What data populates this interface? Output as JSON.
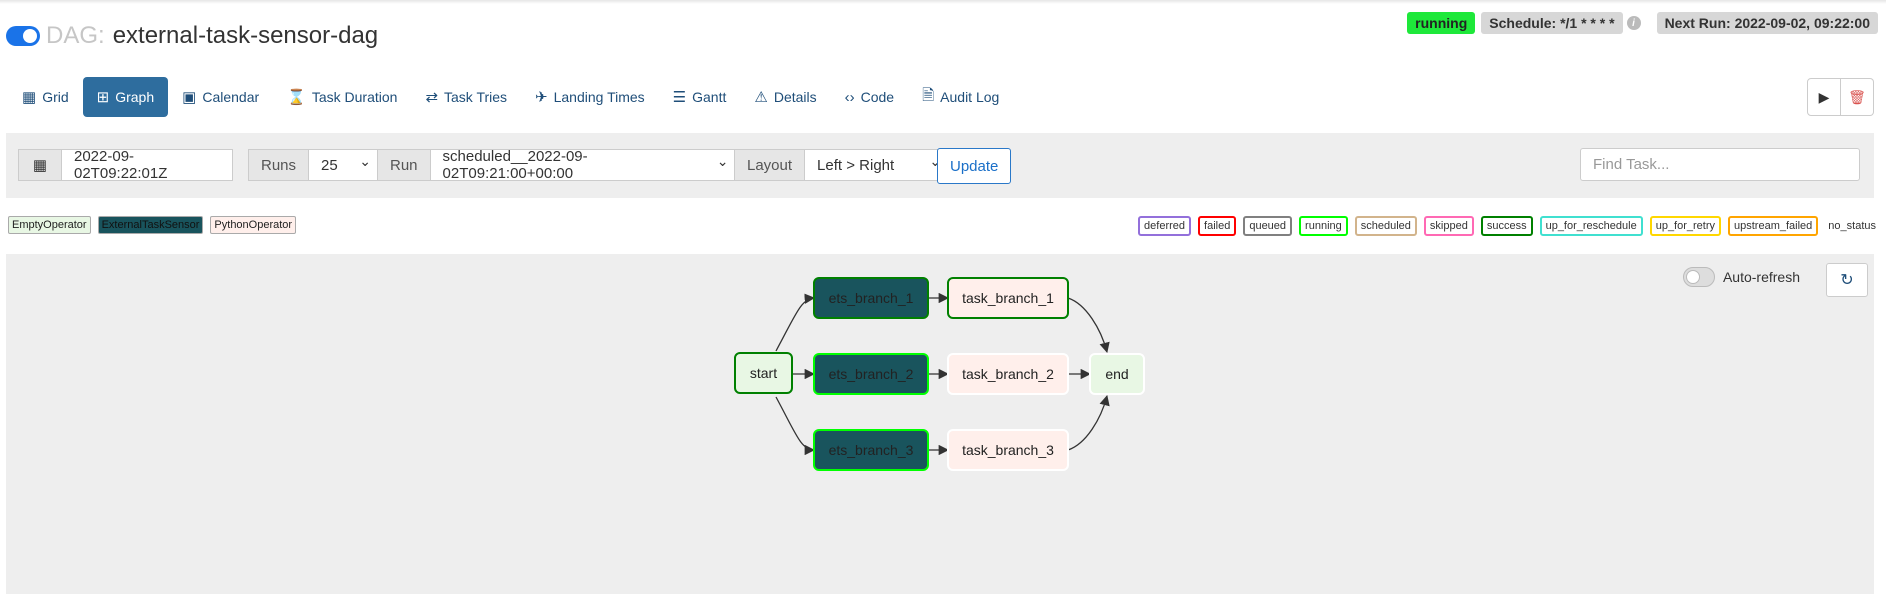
{
  "header": {
    "dag_label": "DAG:",
    "dag_name": "external-task-sensor-dag",
    "state_badge": "running",
    "schedule": "Schedule: */1 * * * *",
    "next_run": "Next Run: 2022-09-02, 09:22:00"
  },
  "tabs": [
    {
      "label": "Grid",
      "icon": "grid-icon"
    },
    {
      "label": "Graph",
      "icon": "graph-icon",
      "active": true
    },
    {
      "label": "Calendar",
      "icon": "calendar-icon"
    },
    {
      "label": "Task Duration",
      "icon": "hourglass-icon"
    },
    {
      "label": "Task Tries",
      "icon": "repeat-icon"
    },
    {
      "label": "Landing Times",
      "icon": "plane-landing-icon"
    },
    {
      "label": "Gantt",
      "icon": "gantt-icon"
    },
    {
      "label": "Details",
      "icon": "warning-triangle-icon"
    },
    {
      "label": "Code",
      "icon": "code-icon"
    },
    {
      "label": "Audit Log",
      "icon": "search-doc-icon"
    }
  ],
  "toolbar": {
    "base_date": "2022-09-02T09:22:01Z",
    "runs_label": "Runs",
    "runs_value": "25",
    "run_label": "Run",
    "run_value": "scheduled__2022-09-02T09:21:00+00:00",
    "layout_label": "Layout",
    "layout_value": "Left > Right",
    "update_label": "Update",
    "find_placeholder": "Find Task..."
  },
  "operators": [
    {
      "label": "EmptyOperator",
      "color": "#e8f7e4"
    },
    {
      "label": "ExternalTaskSensor",
      "color": "#19545d"
    },
    {
      "label": "PythonOperator",
      "color": "#ffefeb"
    }
  ],
  "states": [
    {
      "label": "deferred",
      "color": "#9370db"
    },
    {
      "label": "failed",
      "color": "#ff0000"
    },
    {
      "label": "queued",
      "color": "#808080"
    },
    {
      "label": "running",
      "color": "#00ff00"
    },
    {
      "label": "scheduled",
      "color": "#d2b48c"
    },
    {
      "label": "skipped",
      "color": "#ff69b4"
    },
    {
      "label": "success",
      "color": "#008000"
    },
    {
      "label": "up_for_reschedule",
      "color": "#40e0d0"
    },
    {
      "label": "up_for_retry",
      "color": "#ffd700"
    },
    {
      "label": "upstream_failed",
      "color": "#ffa500"
    },
    {
      "label": "no_status",
      "color": ""
    }
  ],
  "graph": {
    "auto_refresh_label": "Auto-refresh",
    "nodes": [
      {
        "id": "start",
        "label": "start"
      },
      {
        "id": "ets_branch_1",
        "label": "ets_branch_1"
      },
      {
        "id": "ets_branch_2",
        "label": "ets_branch_2"
      },
      {
        "id": "ets_branch_3",
        "label": "ets_branch_3"
      },
      {
        "id": "task_branch_1",
        "label": "task_branch_1"
      },
      {
        "id": "task_branch_2",
        "label": "task_branch_2"
      },
      {
        "id": "task_branch_3",
        "label": "task_branch_3"
      },
      {
        "id": "end",
        "label": "end"
      }
    ]
  }
}
